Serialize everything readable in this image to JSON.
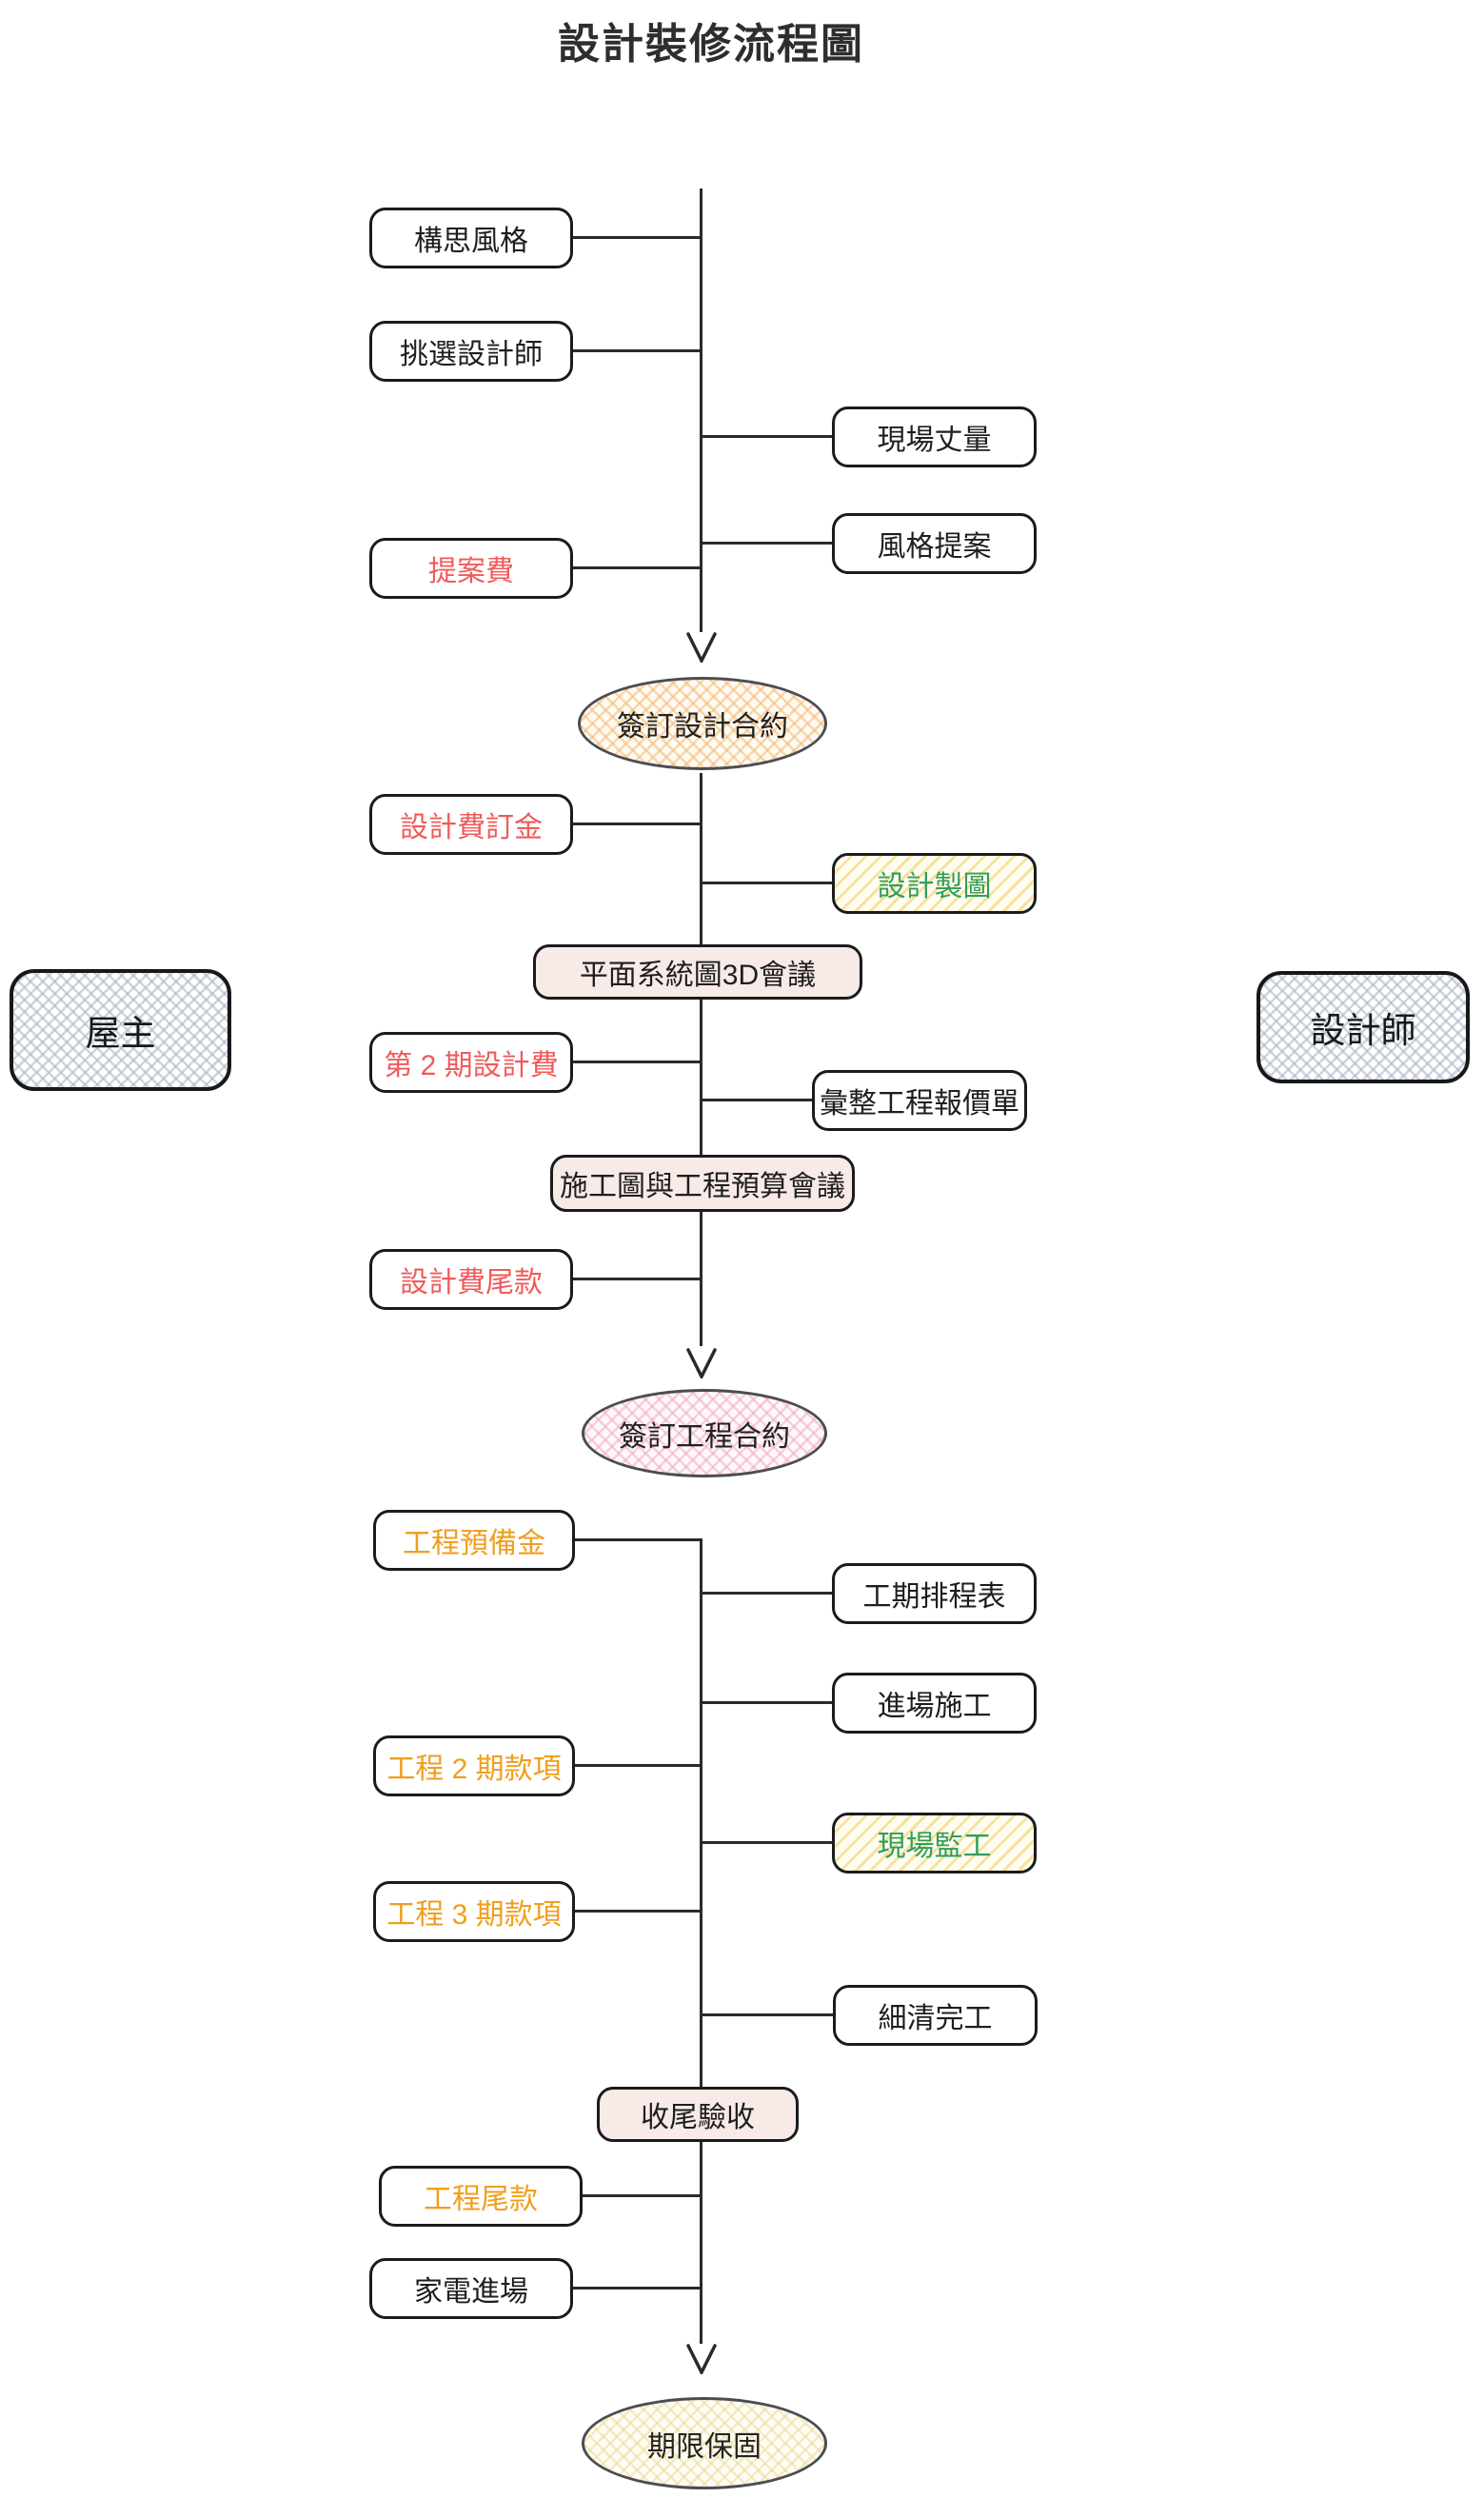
{
  "title": "設計裝修流程圖",
  "actors": {
    "owner": {
      "label": "屋主"
    },
    "designer": {
      "label": "設計師"
    }
  },
  "nodes": {
    "conceive_style": {
      "label": "構思風格",
      "text_color": "#1e1e1e"
    },
    "pick_designer": {
      "label": "挑選設計師",
      "text_color": "#1e1e1e"
    },
    "proposal_fee": {
      "label": "提案費",
      "text_color": "#f05a5a"
    },
    "site_measure": {
      "label": "現場丈量",
      "text_color": "#1e1e1e"
    },
    "style_proposal": {
      "label": "風格提案",
      "text_color": "#1e1e1e"
    },
    "design_fee_deposit": {
      "label": "設計費訂金",
      "text_color": "#f05a5a"
    },
    "design_drafting": {
      "label": "設計製圖",
      "text_color": "#2f9e5b",
      "fill": "yellow-hatch"
    },
    "meeting_3d": {
      "label": "平面系統圖3D會議",
      "text_color": "#1e1e1e",
      "fill": "#f7eae7"
    },
    "design_fee_2nd": {
      "label": "第 2 期設計費",
      "text_color": "#f05a5a"
    },
    "quote_compile": {
      "label": "彙整工程報價單",
      "text_color": "#1e1e1e"
    },
    "meeting_budget": {
      "label": "施工圖與工程預算會議",
      "text_color": "#1e1e1e",
      "fill": "#f7eae7"
    },
    "design_fee_final": {
      "label": "設計費尾款",
      "text_color": "#f05a5a"
    },
    "construction_reserve": {
      "label": "工程預備金",
      "text_color": "#f09e1f"
    },
    "schedule_table": {
      "label": "工期排程表",
      "text_color": "#1e1e1e"
    },
    "start_construction": {
      "label": "進場施工",
      "text_color": "#1e1e1e"
    },
    "payment_2nd": {
      "label": "工程 2 期款項",
      "text_color": "#f09e1f"
    },
    "site_supervision": {
      "label": "現場監工",
      "text_color": "#2f9e5b",
      "fill": "yellow-hatch"
    },
    "payment_3rd": {
      "label": "工程 3 期款項",
      "text_color": "#f09e1f"
    },
    "final_cleaning": {
      "label": "細清完工",
      "text_color": "#1e1e1e"
    },
    "final_inspection": {
      "label": "收尾驗收",
      "text_color": "#1e1e1e",
      "fill": "#f7eae7"
    },
    "construction_final_payment": {
      "label": "工程尾款",
      "text_color": "#f09e1f"
    },
    "appliance_entry": {
      "label": "家電進場",
      "text_color": "#1e1e1e"
    }
  },
  "terminals": {
    "design_contract": {
      "label": "簽訂設計合約",
      "fill_hatch": "#f3ba70"
    },
    "construction_contract": {
      "label": "簽訂工程合約",
      "fill_hatch": "#eea6bd"
    },
    "warranty": {
      "label": "期限保固",
      "fill_hatch": "#ead896"
    }
  },
  "palette": {
    "line": "#2a2a2a",
    "box_border": "#1b1b1b",
    "ellipse_border": "#4a4d53",
    "red": "#f05a5a",
    "orange": "#f09e1f",
    "green": "#2f9e5b",
    "center_fill": "#f7eae7",
    "actor_hatch": "#a5b2c4"
  }
}
